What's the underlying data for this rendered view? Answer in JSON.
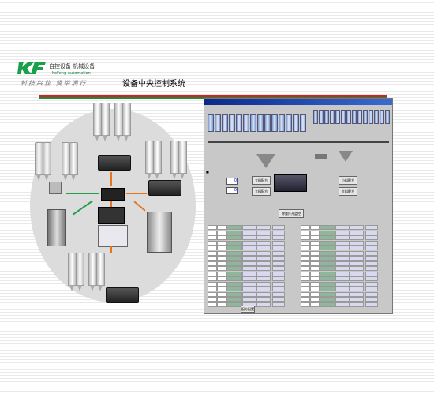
{
  "header": {
    "logo_text": "KF",
    "brand_cn": "自控设备 机械设备",
    "brand_en": "KeFeng Automation",
    "slogan": "科技兴业 贤举满行",
    "title": "设备中央控制系统"
  },
  "screen": {
    "buttons": [
      "大料配方",
      "大料配方",
      "小料配方",
      "大料配方",
      "称重打开监控"
    ],
    "fields": [
      "0",
      "0"
    ],
    "bottom_buttons": [
      "配方配置"
    ]
  },
  "colors": {
    "red": "#d62020",
    "green": "#1a8a3a",
    "orange": "#e8751e"
  }
}
